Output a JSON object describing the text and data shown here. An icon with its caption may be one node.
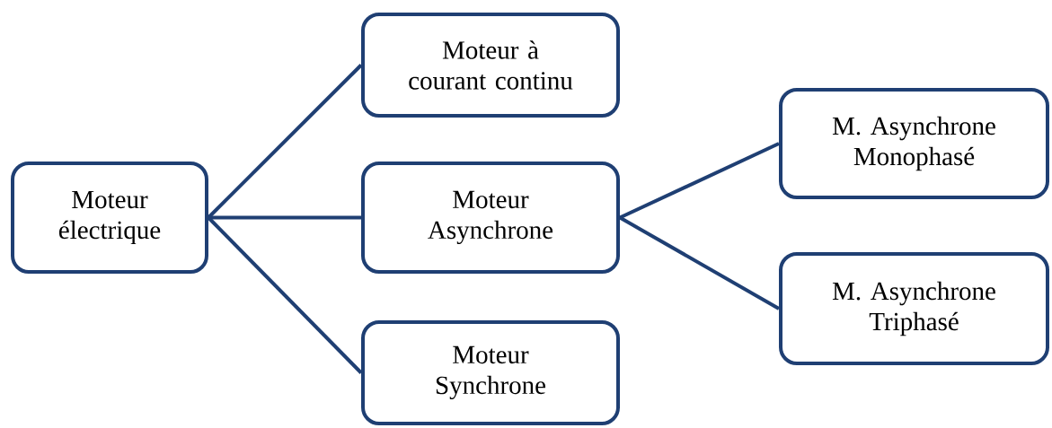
{
  "diagram": {
    "nodes": [
      {
        "text": [
          "Moteur électrique"
        ]
      },
      {
        "text": [
          "Moteur à courant continu"
        ]
      },
      {
        "text": [
          "Moteur Asynchrone"
        ]
      },
      {
        "text": [
          "Moteur Synchrone"
        ]
      },
      {
        "text": [
          "M. Asynchrone Monophasé"
        ]
      },
      {
        "text": [
          "M. Asynchrone Triphasé"
        ]
      }
    ],
    "edges": [
      {
        "from": 0,
        "to": 1,
        "arrow": "none"
      },
      {
        "from": 0,
        "to": 2,
        "arrow": "none"
      },
      {
        "from": 0,
        "to": 3,
        "arrow": "none"
      },
      {
        "from": 2,
        "to": 4,
        "arrow": "none"
      },
      {
        "from": 2,
        "to": 5,
        "arrow": "none"
      }
    ]
  }
}
